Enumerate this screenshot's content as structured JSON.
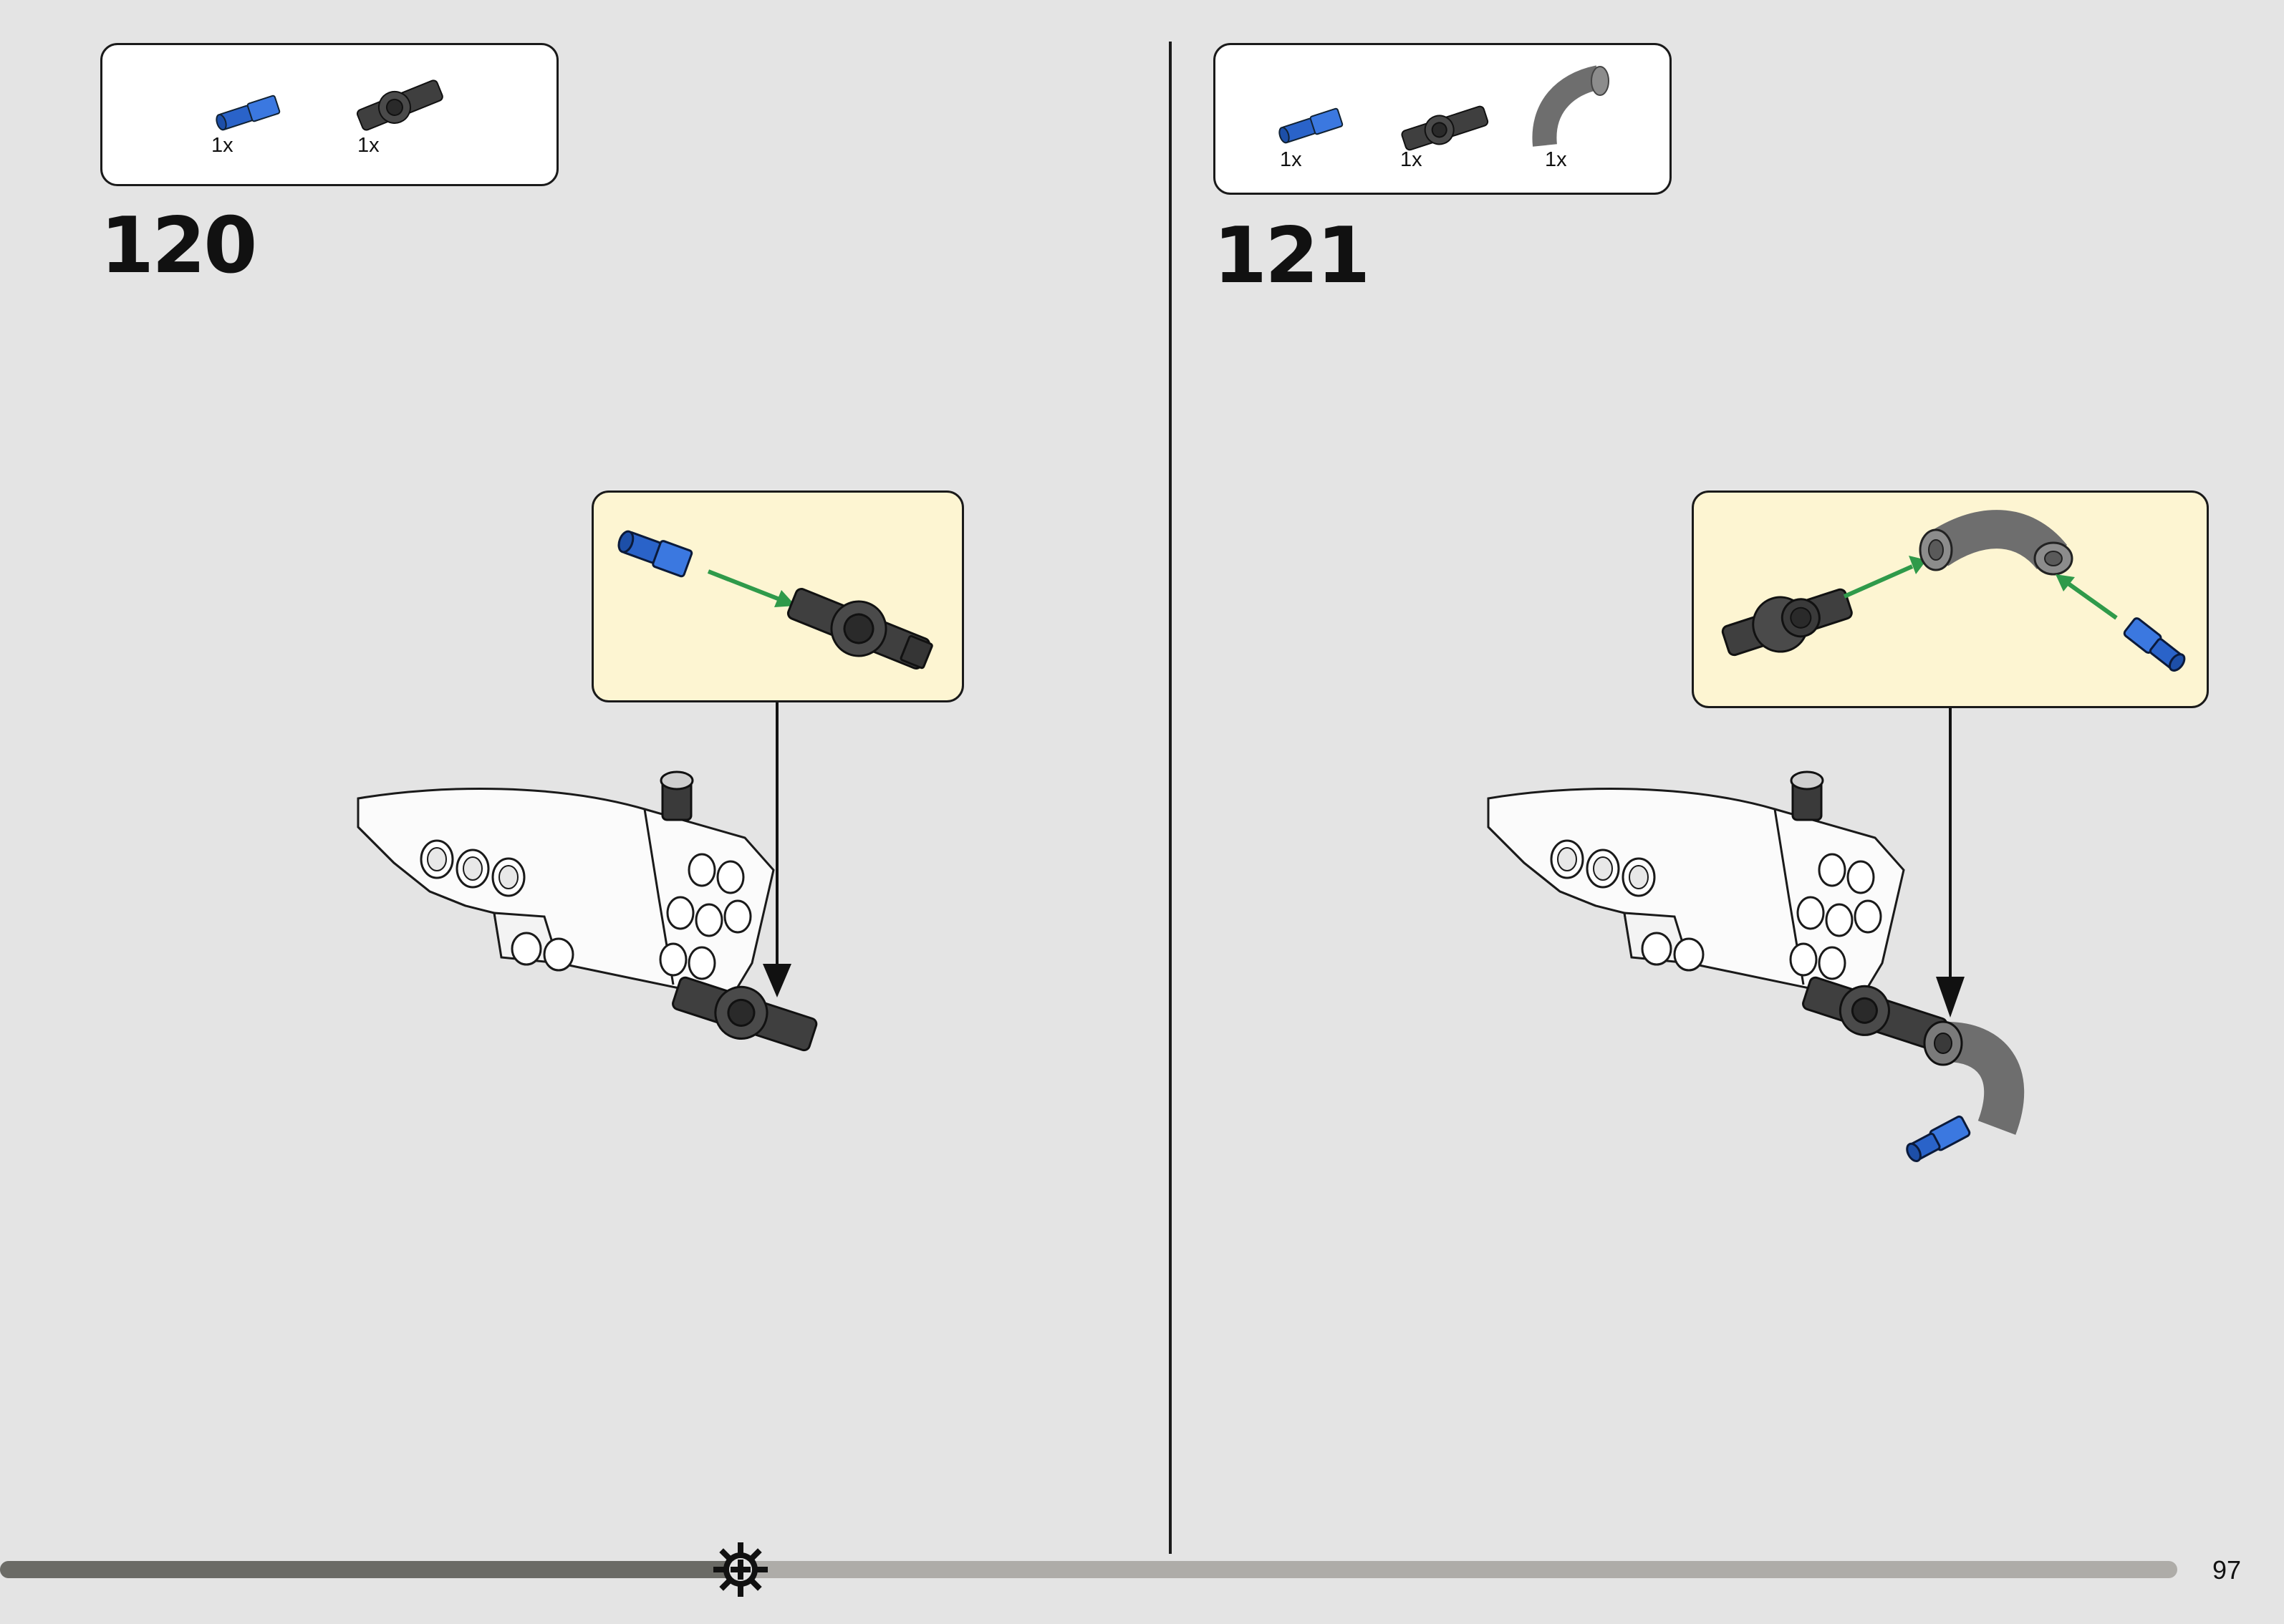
{
  "steps": [
    {
      "number": "120",
      "parts": [
        {
          "name": "blue-axle-pin",
          "qty": "1x"
        },
        {
          "name": "dark-gray-angle-connector",
          "qty": "1x"
        }
      ]
    },
    {
      "number": "121",
      "parts": [
        {
          "name": "blue-axle-pin",
          "qty": "1x"
        },
        {
          "name": "dark-gray-angle-connector",
          "qty": "1x"
        },
        {
          "name": "gray-curved-connector",
          "qty": "1x"
        }
      ]
    }
  ],
  "page_number": "97",
  "progress": {
    "fraction": 0.34
  },
  "colors": {
    "background": "#e4e4e4",
    "callout": "#fdf5d2",
    "blue_part": "#2a63c9",
    "dark_part": "#3f3f3f",
    "gray_part": "#7d7d7d",
    "arrow_green": "#2f9a4a",
    "progress_done": "#6b6b66",
    "progress_rest": "#aeaca8"
  },
  "icons": [
    "gear-icon",
    "down-arrow-icon",
    "green-arrow-icon"
  ]
}
